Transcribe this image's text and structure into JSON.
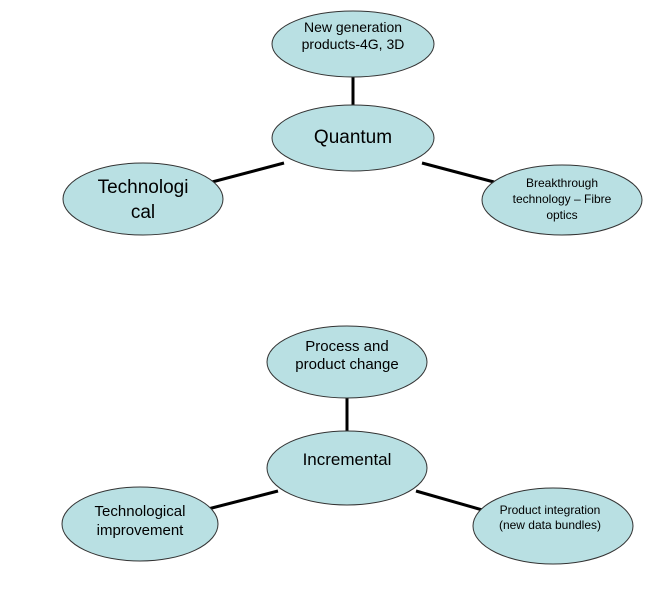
{
  "diagrams": [
    {
      "center": {
        "lines": [
          "Quantum"
        ]
      },
      "top": {
        "lines": [
          "New generation",
          "products-4G, 3D"
        ]
      },
      "left": {
        "lines": [
          "Technologi",
          "cal"
        ]
      },
      "right": {
        "lines": [
          "Breakthrough",
          "technology – Fibre",
          "optics"
        ]
      }
    },
    {
      "center": {
        "lines": [
          "Incremental"
        ]
      },
      "top": {
        "lines": [
          "Process and",
          "product change"
        ]
      },
      "left": {
        "lines": [
          "Technological",
          "improvement"
        ]
      },
      "right": {
        "lines": [
          "Product integration",
          "(new data bundles)"
        ]
      }
    }
  ],
  "colors": {
    "node_fill": "#b9e0e3",
    "edge": "#000000"
  }
}
